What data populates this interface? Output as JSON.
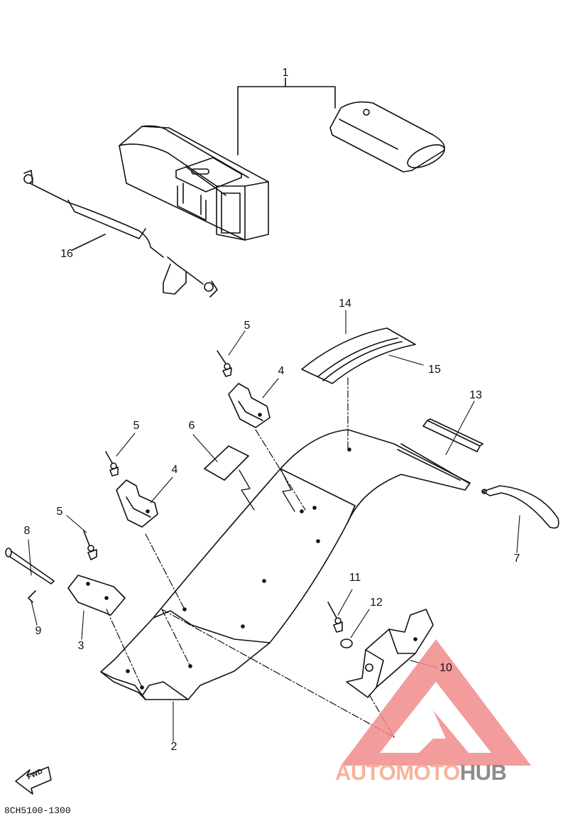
{
  "callouts": {
    "c1": "1",
    "c2": "2",
    "c3": "3",
    "c4a": "4",
    "c4b": "4",
    "c5a": "5",
    "c5b": "5",
    "c5c": "5",
    "c6": "6",
    "c7": "7",
    "c8": "8",
    "c9": "9",
    "c10": "10",
    "c11": "11",
    "c12": "12",
    "c13": "13",
    "c14": "14",
    "c15": "15",
    "c16": "16"
  },
  "diagram_code": "8CH5100-1300",
  "direction_label": "FWD",
  "watermark": {
    "part1": "AUTOMOTO",
    "part2": "HUB",
    "color_primary": "#f08b8b",
    "color_secondary": "#8c8c8c"
  }
}
